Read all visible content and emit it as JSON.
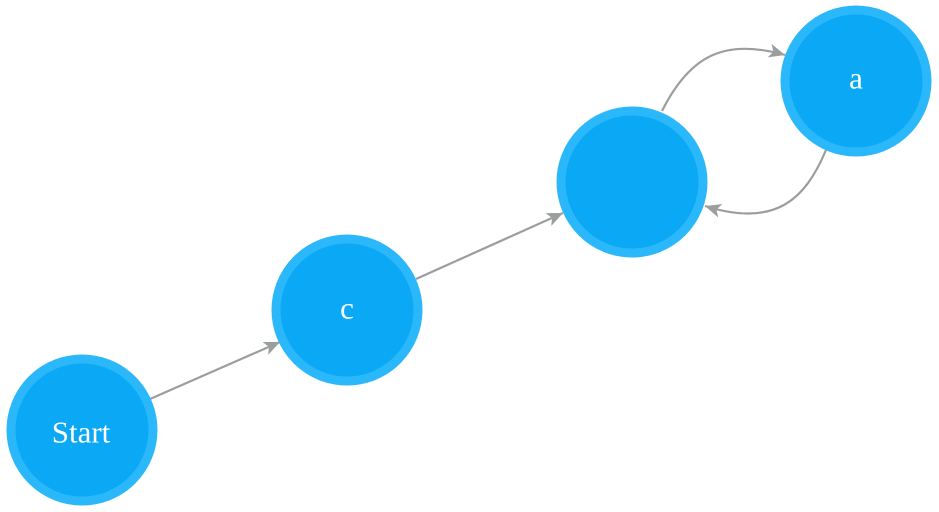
{
  "colors": {
    "node_fill": "#0aa8f5",
    "node_border": "#2ab8fb",
    "edge": "#9b9e9e",
    "label": "#ffffff"
  },
  "nodes": [
    {
      "id": "start",
      "label": "Start"
    },
    {
      "id": "c",
      "label": "c"
    },
    {
      "id": "mid",
      "label": ""
    },
    {
      "id": "a",
      "label": "a"
    }
  ],
  "edges": [
    {
      "from": "start",
      "to": "c"
    },
    {
      "from": "c",
      "to": "mid"
    },
    {
      "from": "mid",
      "to": "a"
    },
    {
      "from": "a",
      "to": "mid"
    }
  ]
}
